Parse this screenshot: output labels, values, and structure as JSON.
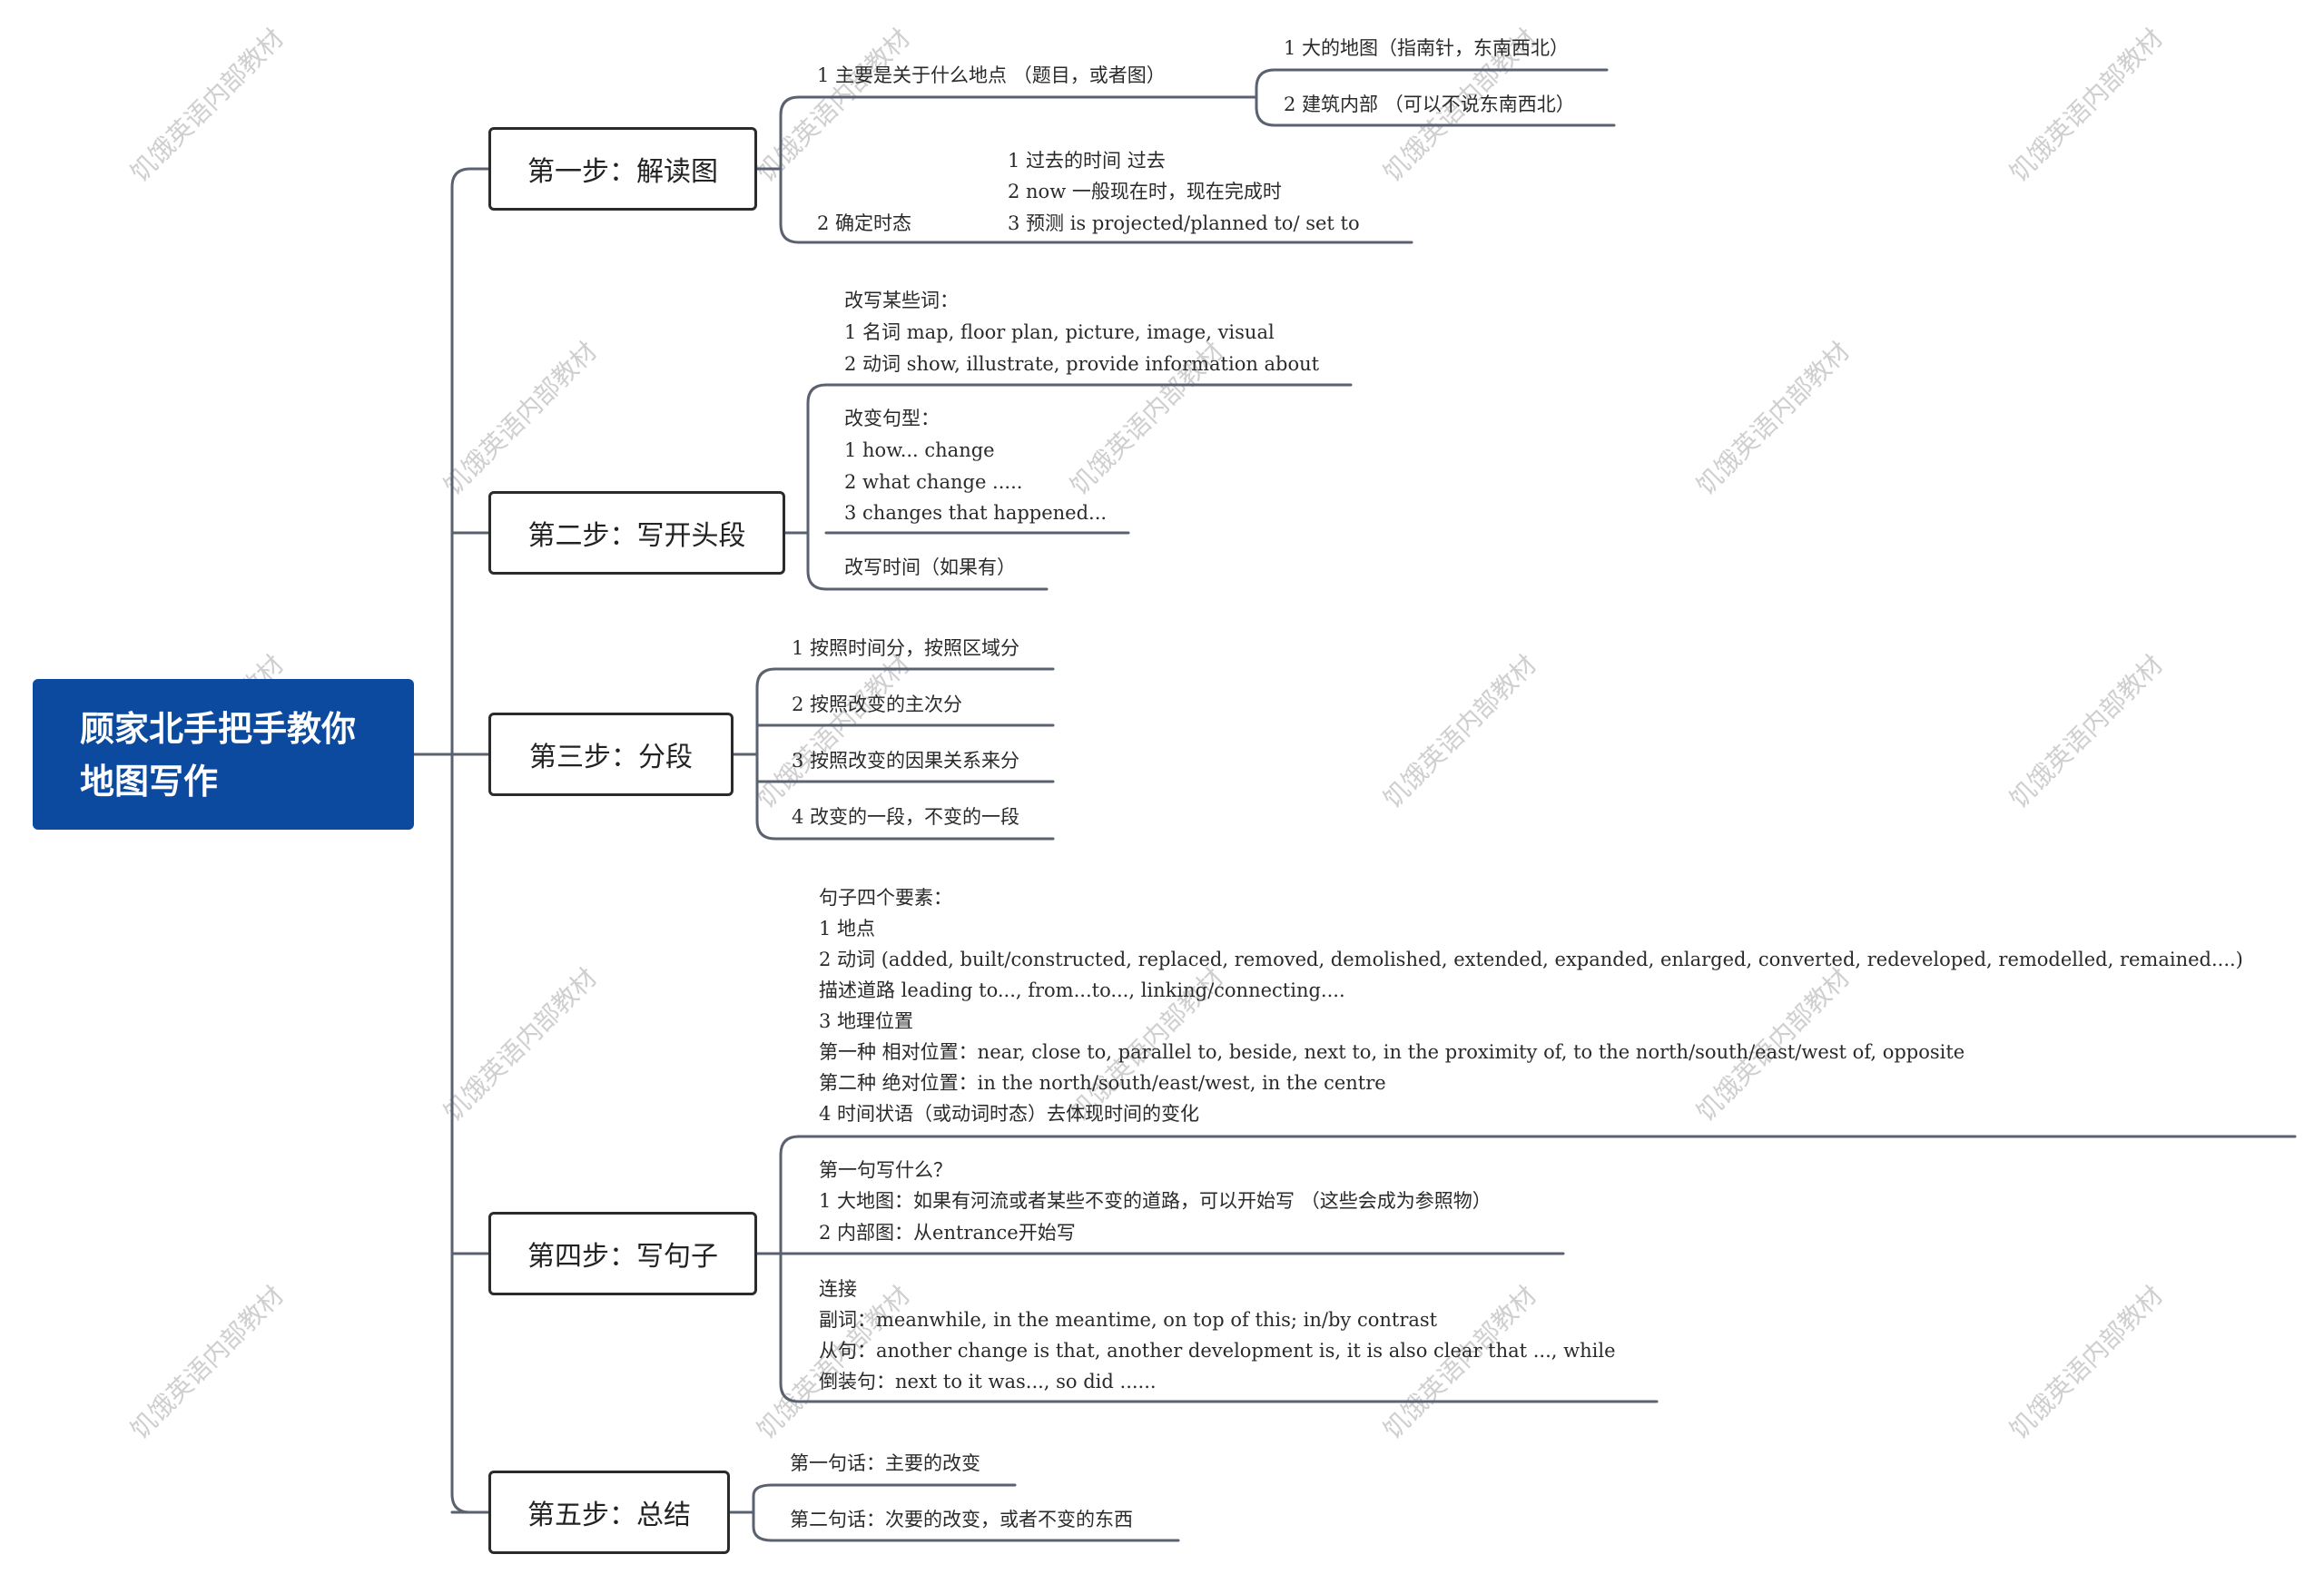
{
  "root": {
    "line1": "顾家北手把手教你",
    "line2": "地图写作",
    "color": "#0b4a9e"
  },
  "steps": [
    {
      "label": "第一步：解读图"
    },
    {
      "label": "第二步：写开头段"
    },
    {
      "label": "第三步：分段"
    },
    {
      "label": "第四步：写句子"
    },
    {
      "label": "第五步：总结"
    }
  ],
  "step1": {
    "topic1": "1 主要是关于什么地点 （题目，或者图）",
    "topic1_sub1": "1 大的地图（指南针，东南西北）",
    "topic1_sub2": "2 建筑内部 （可以不说东南西北）",
    "topic2": "2 确定时态",
    "tense1": "1 过去的时间 过去",
    "tense2": "2 now  一般现在时，现在完成时",
    "tense3": "3 预测   is projected/planned to/ set to"
  },
  "step2": {
    "block1": [
      "改写某些词：",
      "1 名词 map, floor plan, picture, image, visual",
      "2 动词 show, illustrate, provide information about"
    ],
    "block2": [
      "改变句型：",
      "1 how... change",
      "2 what change .....",
      "3 changes that happened..."
    ],
    "block3": "改写时间（如果有）"
  },
  "step3": {
    "items": [
      "1 按照时间分，按照区域分",
      "2 按照改变的主次分",
      "3 按照改变的因果关系来分",
      "4 改变的一段，不变的一段"
    ]
  },
  "step4": {
    "block1": [
      "句子四个要素：",
      "1 地点",
      "2 动词  (added, built/constructed, replaced, removed, demolished, extended, expanded, enlarged, converted, redeveloped, remodelled, remained....)",
      "描述道路  leading to..., from...to..., linking/connecting....",
      "3 地理位置",
      "第一种 相对位置：near, close to, parallel to, beside, next to, in the proximity of, to the north/south/east/west of, opposite",
      "第二种 绝对位置：in the north/south/east/west, in the centre",
      "4 时间状语（或动词时态）去体现时间的变化"
    ],
    "block2": [
      "第一句写什么？",
      "1 大地图：如果有河流或者某些不变的道路，可以开始写 （这些会成为参照物）",
      "2 内部图：从entrance开始写"
    ],
    "block3": [
      "连接",
      "副词：meanwhile, in the meantime, on top of this;  in/by contrast",
      "从句：another change is that, another development is, it is also clear that ...,  while",
      "倒装句：next to it was..., so did ......"
    ]
  },
  "step5": {
    "items": [
      "第一句话：主要的改变",
      "第二句话：次要的改变，或者不变的东西"
    ]
  },
  "watermark": {
    "text": "饥饿英语内部教材"
  }
}
